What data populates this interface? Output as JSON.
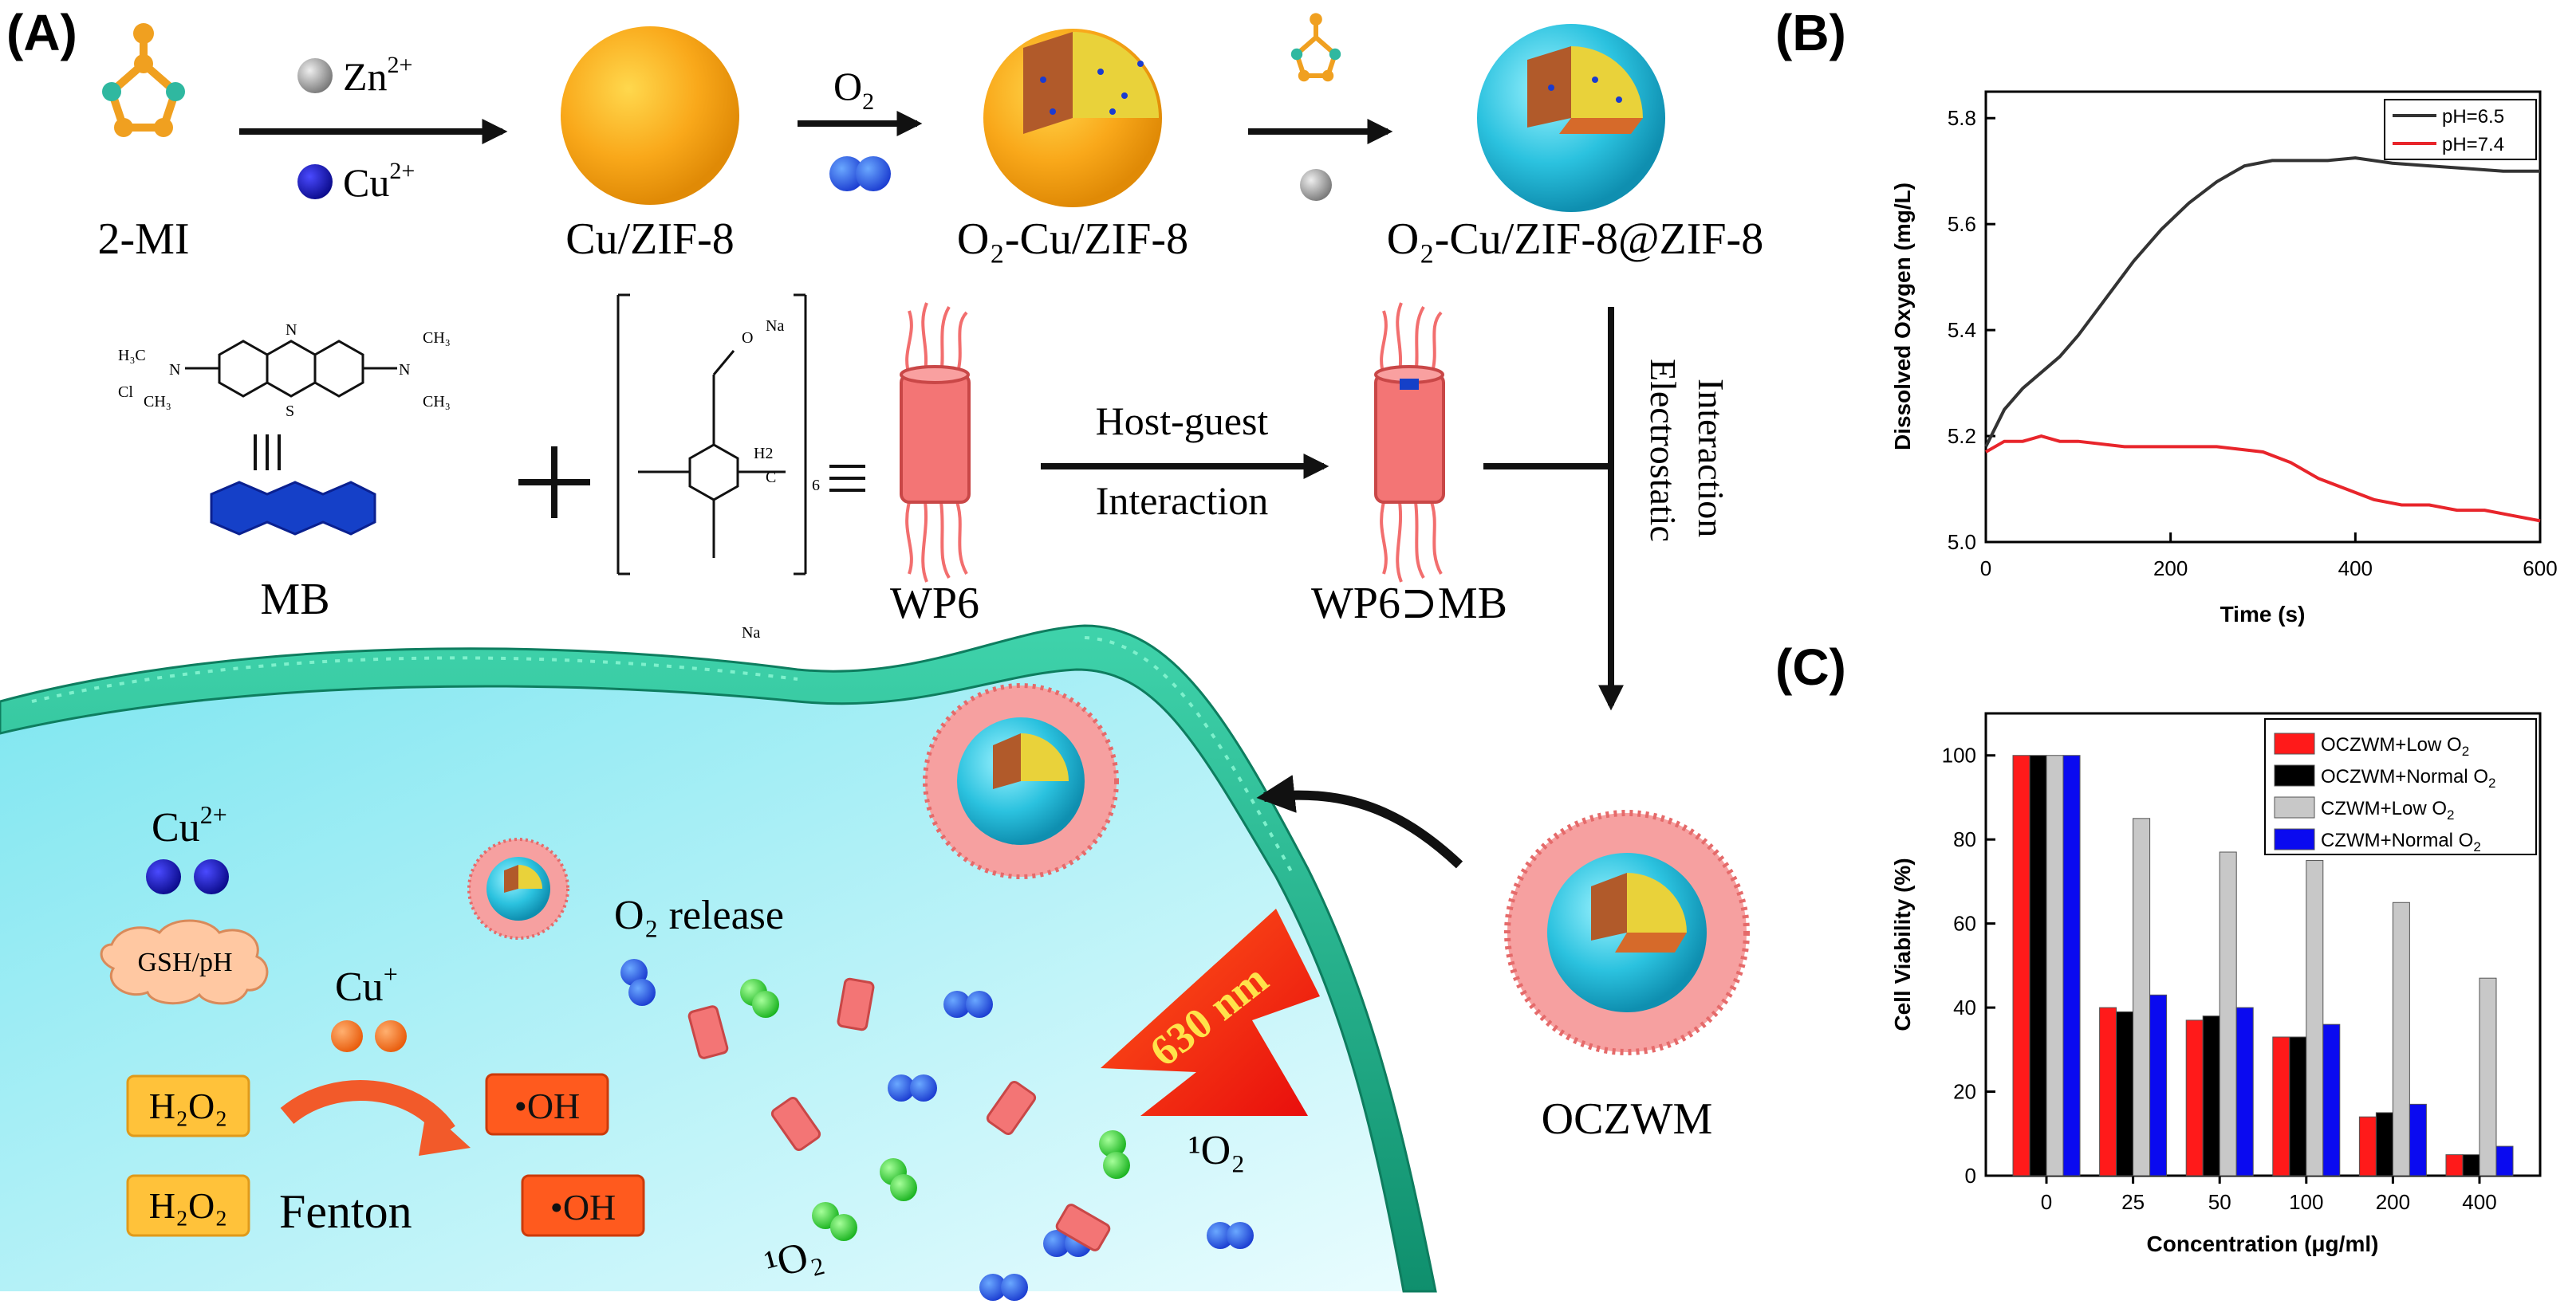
{
  "panels": {
    "a": "(A)",
    "b": "(B)",
    "c": "(C)"
  },
  "scheme": {
    "reagent_2mi": "2-MI",
    "zn_ion": "Zn",
    "zn_charge": "2+",
    "cu_ion": "Cu",
    "cu_charge": "2+",
    "o2_arrow": "O",
    "o2_sub": "2",
    "cu_zif8": "Cu/ZIF-8",
    "o2_cu_zif8": "O₂-Cu/ZIF-8",
    "o2_cu_zif8_zif8": "O₂-Cu/ZIF-8@ZIF-8",
    "mb": "MB",
    "wp6": "WP6",
    "wp6_mb": "WP6⊃MB",
    "host_guest_1": "Host-guest",
    "host_guest_2": "Interaction",
    "electrostatic_1": "Electrostatic",
    "electrostatic_2": "Interaction",
    "oczwm": "OCZWM",
    "cu2_in_cell": "Cu",
    "cu2_in_cell_charge": "2+",
    "gsh_ph": "GSH/pH",
    "cu_plus": "Cu",
    "cu_plus_charge": "+",
    "o2_release": "O₂ release",
    "h2o2_1": "H₂O₂",
    "h2o2_2": "H₂O₂",
    "oh_1": "•OH",
    "oh_2": "•OH",
    "fenton": "Fenton",
    "laser": "630 nm",
    "singlet_o2_1": "¹O₂",
    "singlet_o2_2": "¹O₂",
    "mb_struct": {
      "h3c": "H₃C",
      "ch3": "CH₃",
      "n_plus": "N",
      "cl": "Cl",
      "s": "S",
      "n_top": "N",
      "n_right": "N"
    },
    "wp6_struct": {
      "na": "Na",
      "h2": "H2",
      "c": "C",
      "six": "6",
      "o": "O"
    }
  },
  "chart_b": {
    "type": "line",
    "xlabel": "Time (s)",
    "ylabel": "Dissolved Oxygen (mg/L)",
    "xlim": [
      0,
      600
    ],
    "ylim": [
      5.0,
      5.85
    ],
    "xticks": [
      0,
      200,
      400,
      600
    ],
    "yticks": [
      5.0,
      5.2,
      5.4,
      5.6,
      5.8
    ],
    "legend_position": "top-right",
    "series": [
      {
        "name": "pH=6.5",
        "color": "#333333",
        "x": [
          0,
          20,
          40,
          60,
          80,
          100,
          130,
          160,
          190,
          220,
          250,
          280,
          310,
          340,
          370,
          400,
          440,
          480,
          520,
          560,
          600
        ],
        "y": [
          5.18,
          5.25,
          5.29,
          5.32,
          5.35,
          5.39,
          5.46,
          5.53,
          5.59,
          5.64,
          5.68,
          5.71,
          5.72,
          5.72,
          5.72,
          5.725,
          5.715,
          5.71,
          5.705,
          5.7,
          5.7
        ]
      },
      {
        "name": "pH=7.4",
        "color": "#e8252b",
        "x": [
          0,
          20,
          40,
          60,
          80,
          100,
          150,
          200,
          250,
          300,
          330,
          360,
          390,
          420,
          450,
          480,
          510,
          540,
          570,
          600
        ],
        "y": [
          5.17,
          5.19,
          5.19,
          5.2,
          5.19,
          5.19,
          5.18,
          5.18,
          5.18,
          5.17,
          5.15,
          5.12,
          5.1,
          5.08,
          5.07,
          5.07,
          5.06,
          5.06,
          5.05,
          5.04
        ]
      }
    ]
  },
  "chart_c": {
    "type": "bar",
    "xlabel": "Concentration (μg/ml)",
    "ylabel": "Cell Viability (%)",
    "categories": [
      "0",
      "25",
      "50",
      "100",
      "200",
      "400"
    ],
    "ylim": [
      0,
      110
    ],
    "yticks": [
      0,
      20,
      40,
      60,
      80,
      100
    ],
    "legend_position": "top-right",
    "series": [
      {
        "name": "OCZWM+Low O",
        "sub": "2",
        "color": "#ff1a1a",
        "values": [
          100,
          40,
          37,
          33,
          14,
          5
        ]
      },
      {
        "name": "OCZWM+Normal O",
        "sub": "2",
        "color": "#000000",
        "values": [
          100,
          39,
          38,
          33,
          15,
          5
        ]
      },
      {
        "name": "CZWM+Low O",
        "sub": "2",
        "color": "#c8c8c8",
        "values": [
          100,
          85,
          77,
          75,
          65,
          47
        ]
      },
      {
        "name": "CZWM+Normal O",
        "sub": "2",
        "color": "#0a0af0",
        "values": [
          100,
          43,
          40,
          36,
          17,
          7
        ]
      }
    ]
  }
}
